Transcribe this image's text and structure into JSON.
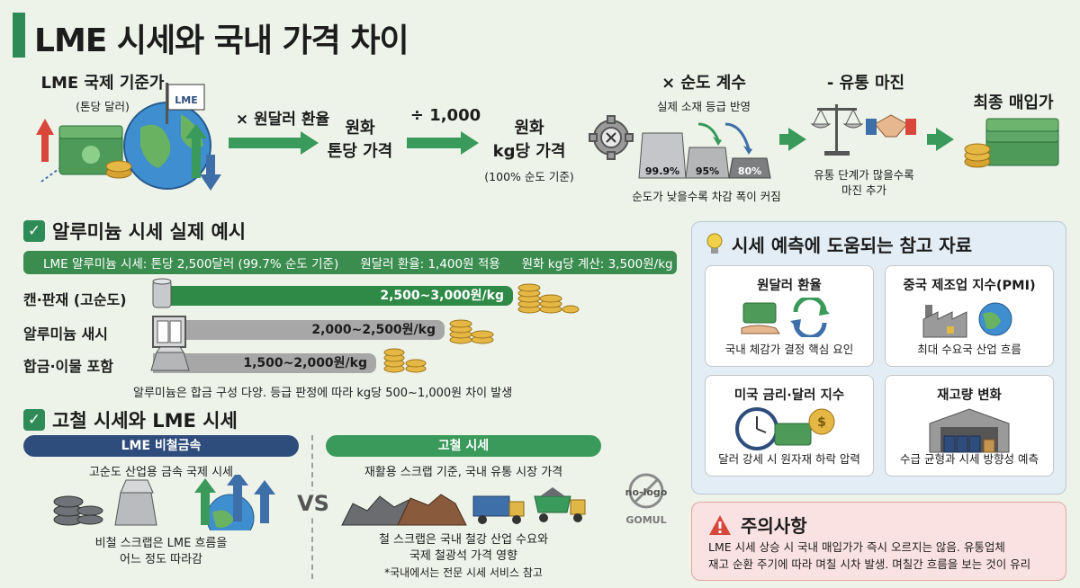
{
  "title": "LME 시세와 국내 가격 차이",
  "flow": {
    "lme_label": "LME 국제 기준가",
    "lme_sub": "(톤당 달러)",
    "lme_flag": "LME",
    "fx_label": "× 원달러 환율",
    "won_ton_line1": "원화",
    "won_ton_line2": "톤당 가격",
    "div_label": "÷ 1,000",
    "won_kg_line1": "원화",
    "won_kg_line2": "kg당 가격",
    "won_kg_sub": "(100% 순도 기준)",
    "purity_label": "× 순도 계수",
    "purity_sub": "실제 소재 등급 반영",
    "grades": [
      "99.9%",
      "95%",
      "80%"
    ],
    "purity_note": "순도가 낮을수록 차감 폭이 커짐",
    "margin_label": "- 유통 마진",
    "margin_note_1": "유통 단계가 많을수록",
    "margin_note_2": "마진 추가",
    "final_label": "최종 매입가"
  },
  "alu": {
    "heading": "알루미늄 시세 실제 예시",
    "strip": [
      "LME 알루미늄 시세: 톤당 2,500달러 (99.7% 순도 기준)",
      "원달러 환율: 1,400원 적용",
      "원화 kg당 계산: 3,500원/kg"
    ],
    "rows": [
      {
        "label": "캔·판재 (고순도)",
        "value": "2,500~3,000원/kg"
      },
      {
        "label": "알루미늄 새시",
        "value": "2,000~2,500원/kg"
      },
      {
        "label": "합금·이물 포함",
        "value": "1,500~2,000원/kg"
      }
    ],
    "note": "알루미늄은 합금 구성 다양. 등급 판정에 따라 kg당 500~1,000원 차이 발생"
  },
  "steel": {
    "heading": "고철 시세와 LME 시세",
    "left_pill": "LME 비철금속",
    "left_sub": "고순도 산업용 금속 국제 시세",
    "left_note_1": "비철 스크랩은 LME 흐름을",
    "left_note_2": "어느 정도 따라감",
    "vs": "VS",
    "right_pill": "고철 시세",
    "right_sub": "재활용 스크랩 기준, 국내 유통 시장 가격",
    "right_note_1": "철 스크랩은 국내 철강 산업 수요와",
    "right_note_2": "국제 철광석 가격 영향",
    "right_note_3": "*국내에서는 전문 시세 서비스 참고"
  },
  "watermark": {
    "top": "no-logo",
    "bottom": "GOMUL"
  },
  "panel": {
    "heading": "시세 예측에 도움되는 참고 자료",
    "cards": [
      {
        "title": "원달러 환율",
        "sub": "국내 체감가 결정 핵심 요인"
      },
      {
        "title": "중국 제조업 지수(PMI)",
        "sub": "최대 수요국 산업 흐름"
      },
      {
        "title": "미국 금리·달러 지수",
        "sub": "달러 강세 시 원자재 하락 압력"
      },
      {
        "title": "재고량 변화",
        "sub": "수급 균형과 시세 방향성 예측"
      }
    ]
  },
  "warning": {
    "title": "주의사항",
    "text_1": "LME 시세 상승 시 국내 매입가가 즉시 오르지는 않음. 유통업체",
    "text_2": "재고 순환 주기에 따라 며칠 시차 발생. 며칠간 흐름을 보는 것이 유리"
  },
  "colors": {
    "green": "#2e8b57",
    "navy": "#2f4d7c",
    "bg": "#eef3ea"
  }
}
